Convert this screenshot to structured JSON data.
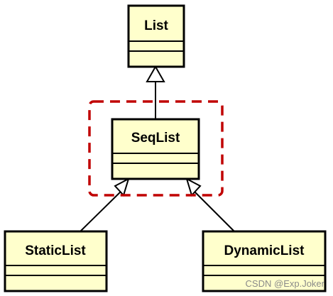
{
  "classes": {
    "list": "List",
    "seqlist": "SeqList",
    "staticlist": "StaticList",
    "dynamiclist": "DynamicList"
  },
  "watermark": "CSDN @Exp.Joker",
  "colors": {
    "class_fill": "#ffffcc",
    "border": "#000000",
    "highlight": "#c00000"
  }
}
